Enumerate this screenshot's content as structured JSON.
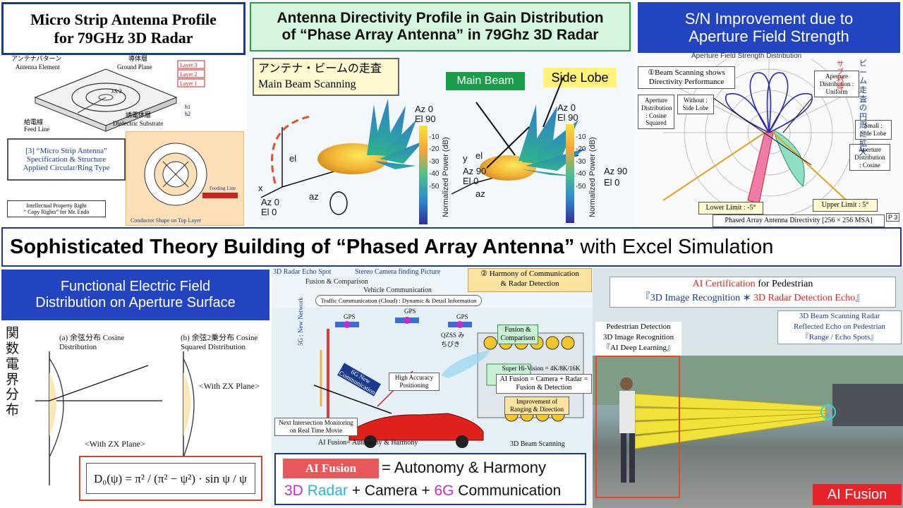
{
  "panel1": {
    "title_line1": "Micro Strip Antenna Profile",
    "title_line2": "for 79GHz 3D Radar",
    "diagram_labels": [
      "アンテナパターン",
      "Antenna Element",
      "導体層",
      "Ground Plane",
      "Layer 3",
      "Layer 2",
      "Layer 1",
      "λS/2",
      "給電線",
      "Feed Line",
      "誘電体層",
      "Dielectric Substrate",
      "h1",
      "h2"
    ],
    "spec_line1": "[3] “Micro Strip Antenna”",
    "spec_line2": "Specification & Structure",
    "spec_line3": "Applied Circular/Ring Type",
    "ipr_line1": "Intellectual Property Right",
    "ipr_line2": "“ Copy Rights” for Mr. Endo",
    "conductor_label": "Conductor Shape on Top Layer",
    "feeding_label": "Feeding Line"
  },
  "panel2": {
    "title_line1": "Antenna Directivity Profile in Gain Distribution",
    "title_line2": "of “Phase Array Antenna” in 79Ghz 3D Radar",
    "jp_label": "アンテナ・ビームの走査",
    "main_beam_scanning": "Main Beam Scanning",
    "main_beam": "Main Beam",
    "side_lobe": "Side Lobe",
    "left_axes": [
      "Az 0",
      "El 90",
      "el",
      "x",
      "az",
      "Az 0",
      "El 0"
    ],
    "right_axes": [
      "Az 0",
      "El 90",
      "y",
      "Az 90",
      "El 0",
      "el",
      "az"
    ],
    "right_extra": [
      "Az 90",
      "El 0"
    ],
    "colorbar_ticks": [
      "-10",
      "-20",
      "-30",
      "-40",
      "-50"
    ],
    "colorbar_label": "Normalized Power (dB)"
  },
  "panel3": {
    "title_line1": "S/N Improvement due to",
    "title_line2": "Aperture Field Strength",
    "subtitle": "Aperture Field Strength Distribution",
    "beam_scan_note_line1": "①Beam Scanning shows",
    "beam_scan_note_line2": "Directivity Performance",
    "aperture_cosine_squared": "Aperture Distribution : Cosine Squared",
    "without_side_lobe": "Without : Side Lobe",
    "aperture_uniform": "Aperture Distribution : Uniform",
    "small_side_lobe": "Small : Side Lobe",
    "aperture_cosine": "Aperture Distribution : Cosine",
    "lower_limit": "Lower Limit : -5°",
    "upper_limit": "Upper Limit : 5°",
    "directivity_caption": "Phased Array Antenna Directivity [256 × 256 MSA]",
    "page_marker": "P 3",
    "jp_vertical": "ビーム走査の円周に拡大",
    "jp_red": "サブ利得"
  },
  "banner": {
    "bold_text": "Sophisticated Theory Building of “Phased Array Antenna”",
    "normal_text": " with Excel Simulation"
  },
  "panel4": {
    "title_line1": "Functional Electric Field",
    "title_line2": "Distribution on Aperture Surface",
    "jp_vertical": "関数電界分布",
    "note_left": "(a) 余弦分布 Cosine Distribution",
    "note_right": "(b) 余弦2乗分布 Cosine Squared Distribution",
    "with_zx_plane_1": "<With ZX Plane>",
    "with_zx_plane_2": "<With ZX Plane>",
    "formula_text": "D₀(ψ) = π² / (π² − ψ²) · sin ψ / ψ"
  },
  "panel5": {
    "echo_spot": "3D Radar Echo Spot",
    "stereo_camera": "Stereo Camera finding Picture",
    "harmony_line1": "② Harmony of Communication",
    "harmony_line2": "& Radar Detection",
    "fusion_comparison": "Fusion & Comparison",
    "vehicle_comm": "Vehicle Communication",
    "traffic_comm": "Traffic Communication (Cloud) : Dynamic & Detail Information",
    "gps": [
      "GPS",
      "GPS",
      "GPS"
    ],
    "qzss": "QZSS みちびき",
    "new_network": "5G : New Network",
    "six_g": "6G New Communication",
    "high_accuracy": "High Accuracy Positioning",
    "super_hivision": "Super Hi-Vision = 4K/8K/16K",
    "ai_fusion_formula": "AI Fusion = Camera + Radar = Fusion & Detection",
    "improvement": "Improvement of Ranging & Direction",
    "next_intersection": "Next Intersection Monitoring on Real Time Movie",
    "ai_fusion_small": "AI Fusion= Autonomy & Harmony",
    "beam_scanning": "3D Beam Scanning",
    "fusion_box": {
      "tag": "AI Fusion",
      "autonomy": "= Autonomy & Harmony",
      "part_3d": "3D ",
      "part_radar": "Radar",
      "part_camera": " + Camera + ",
      "part_6g": "6G",
      "part_comm": " Communication"
    },
    "colors": {
      "magenta": "#c02fc8",
      "cyan": "#27b6d8",
      "orange": "#f08a1c",
      "red_tag": "#e8575a"
    }
  },
  "panel6": {
    "cert_line1_red": "AI Certification",
    "cert_line1_rest": " for Pedestrian",
    "cert_line2_a": "『3D Image Recognition ∗ ",
    "cert_line2_b": "3D Radar Detection Echo",
    "cert_line2_c": "』",
    "ped_detect_line1": "Pedestrian Detection",
    "ped_detect_line2": "3D Image Recognition",
    "ped_detect_line3": "『AI Deep Learning』",
    "beam_radar_line1": "3D Beam Scanning Radar",
    "beam_radar_line2": "Reflected Echo on Pedestrian",
    "beam_radar_line3": "『Range / Echo Spots』",
    "badge": "AI Fusion"
  }
}
